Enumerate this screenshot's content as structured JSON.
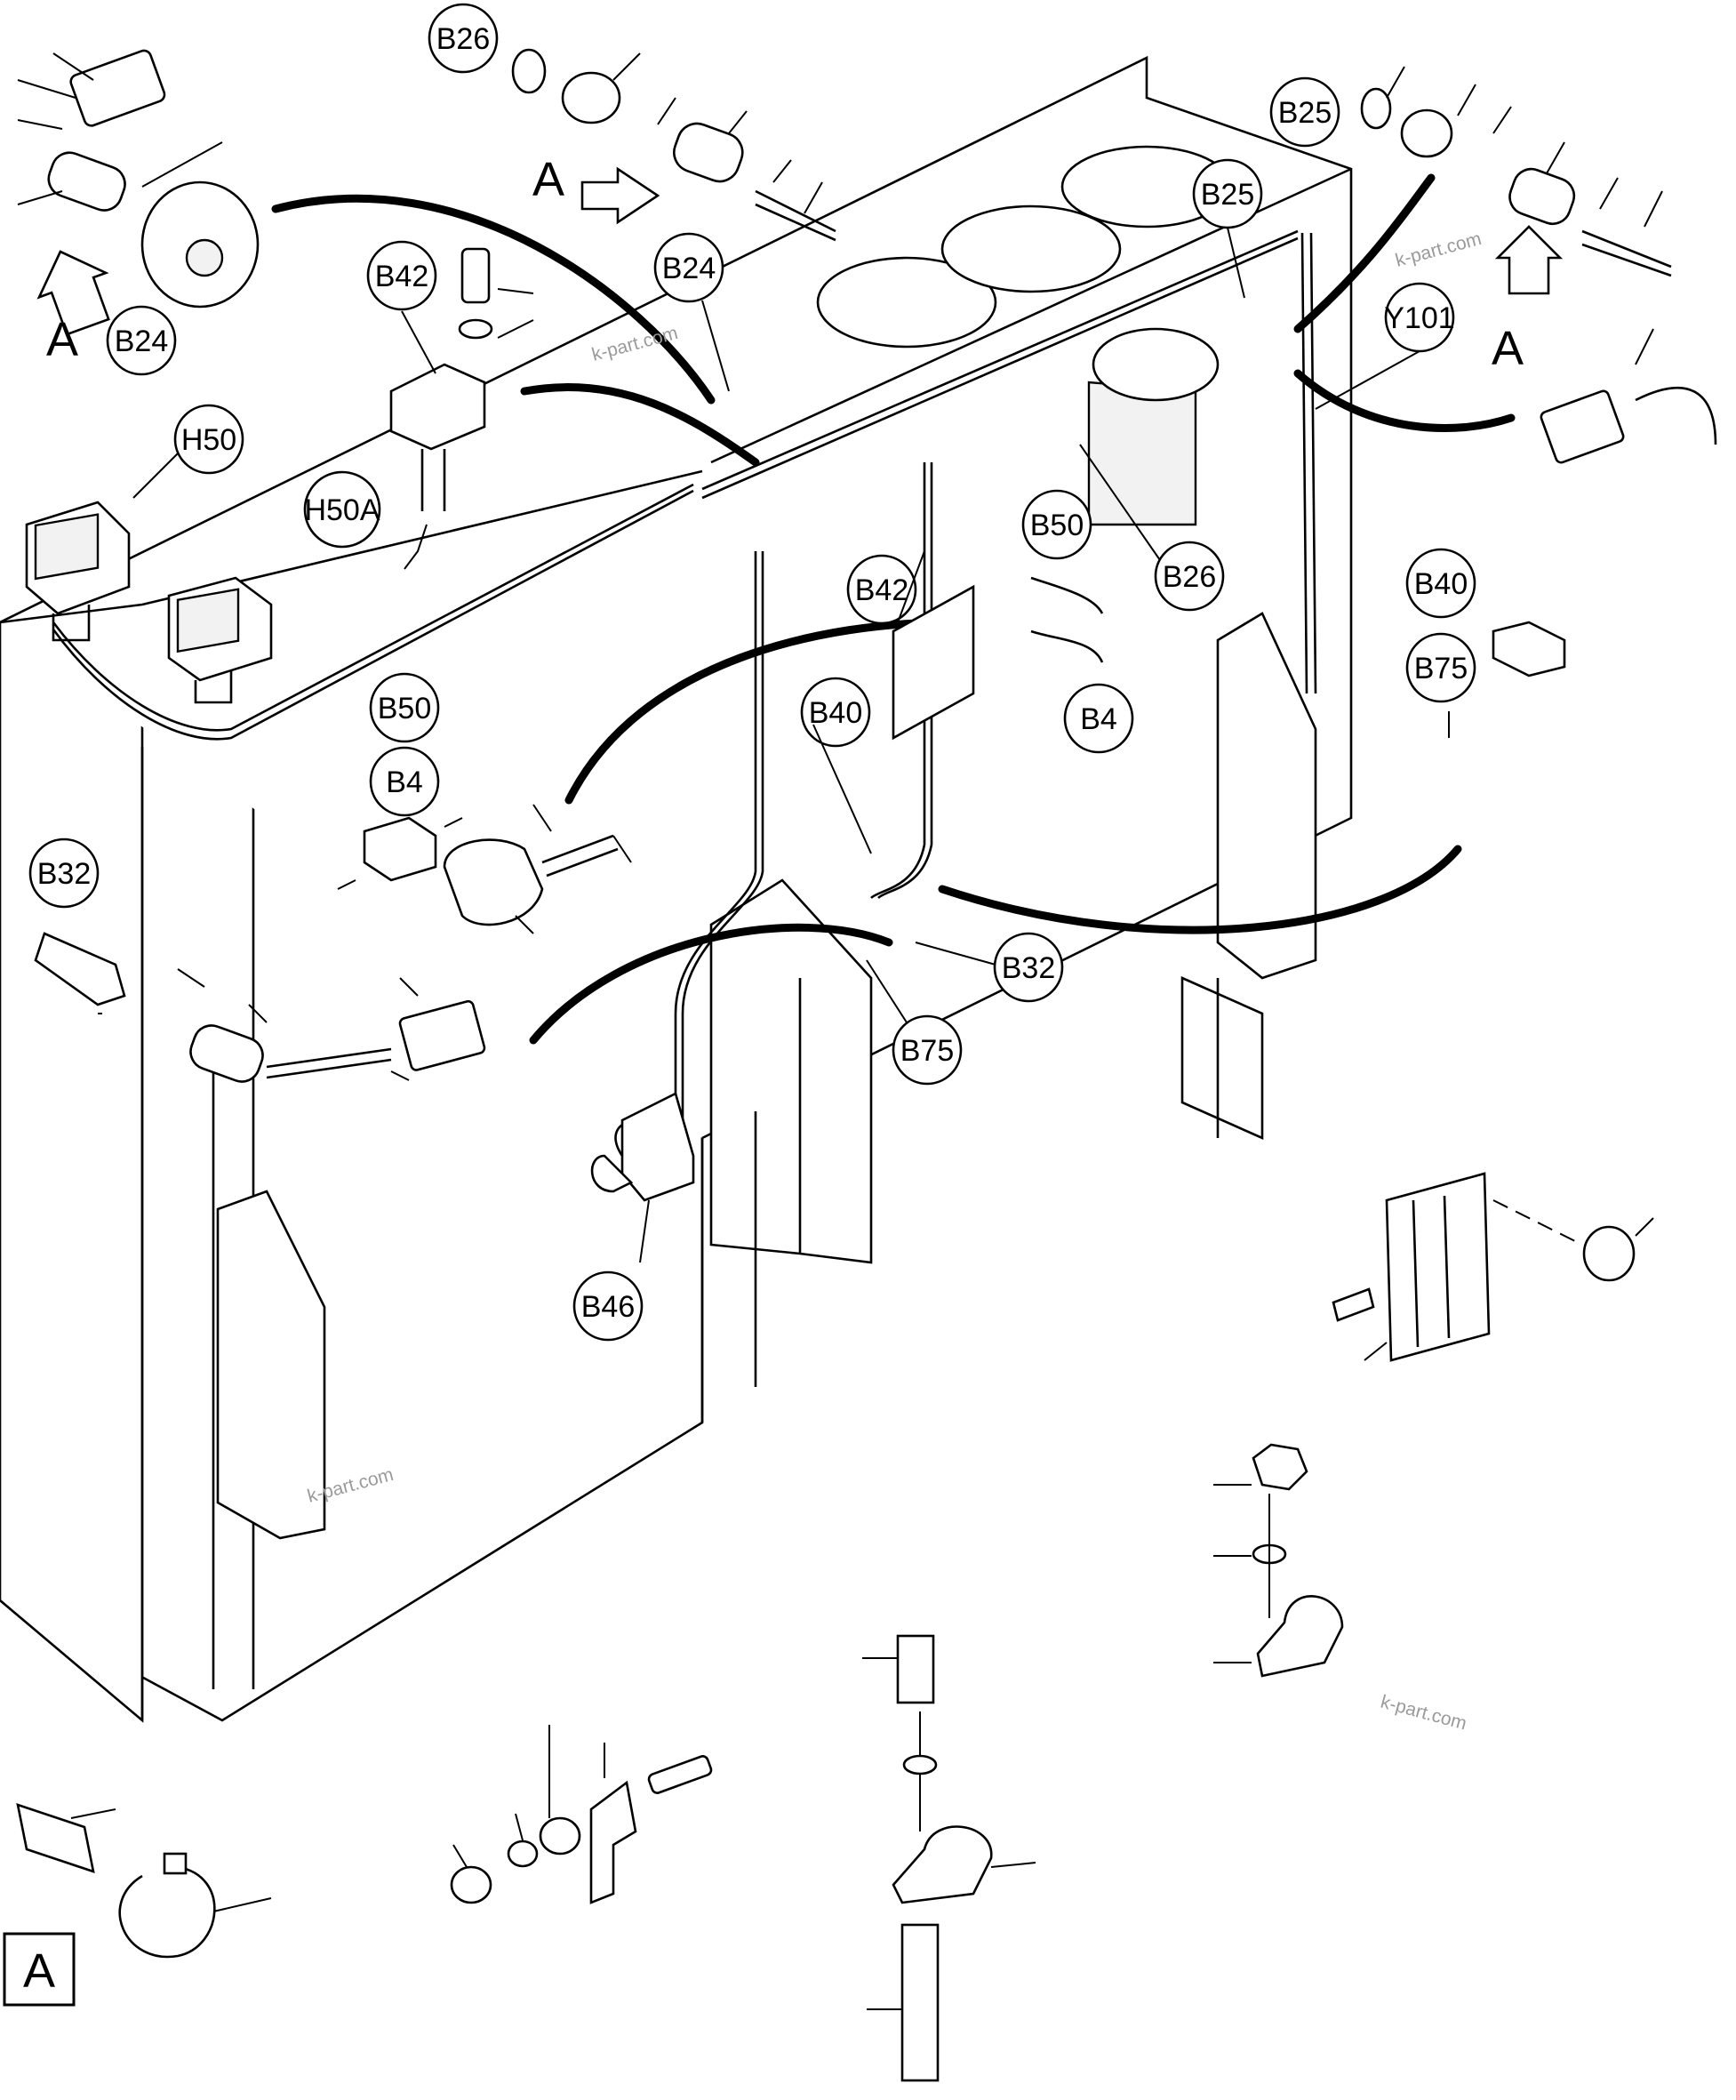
{
  "callouts": {
    "b26_top": "B26",
    "b25_top": "B25",
    "b25_mid": "B25",
    "b24_left": "B24",
    "b24_mid": "B24",
    "b42_top": "B42",
    "b42_mid": "B42",
    "y101": "Y101",
    "h50": "H50",
    "h50a": "H50A",
    "b50_top": "B50",
    "b50_left": "B50",
    "b26_mid": "B26",
    "b40_right": "B40",
    "b75_right": "B75",
    "b4_left": "B4",
    "b4_mid": "B4",
    "b40_mid": "B40",
    "b32_left": "B32",
    "b32_mid": "B32",
    "b75_mid": "B75",
    "b46": "B46"
  },
  "view_letters": {
    "top_left": "A",
    "top_mid": "A",
    "top_right": "A"
  },
  "view_box_label": "A",
  "watermarks": [
    "k-part.com",
    "k-part.com",
    "k-part.com",
    "k-part.com"
  ]
}
